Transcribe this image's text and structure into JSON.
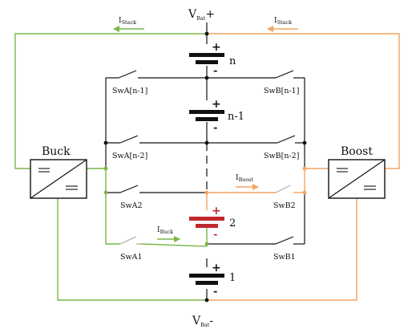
{
  "colors": {
    "black": "#111111",
    "green": "#7ab648",
    "orange": "#f4a460",
    "red": "#c0282d",
    "gray": "#aaaaaa"
  },
  "supply": {
    "top": {
      "main": "V",
      "sub": "Bat",
      "suffix": "+"
    },
    "bottom": {
      "main": "V",
      "sub": "Bat",
      "suffix": "-"
    }
  },
  "converters": {
    "buck": {
      "label": "Buck"
    },
    "boost": {
      "label": "Boost"
    }
  },
  "currents": {
    "stack_left": {
      "main": "I",
      "sub": "Stack"
    },
    "stack_right": {
      "main": "I",
      "sub": "Stack"
    },
    "boost": {
      "main": "I",
      "sub": "Boost"
    },
    "buck": {
      "main": "I",
      "sub": "Buck"
    }
  },
  "cells": [
    {
      "id": "cell-n",
      "label": "n",
      "active": false
    },
    {
      "id": "cell-n-1",
      "label": "n-1",
      "active": false
    },
    {
      "id": "cell-2",
      "label": "2",
      "active": true
    },
    {
      "id": "cell-1",
      "label": "1",
      "active": false
    }
  ],
  "switches": {
    "swa_n1": "SwA[n-1]",
    "swb_n1": "SwB[n-1]",
    "swa_n2": "SwA[n-2]",
    "swb_n2": "SwB[n-2]",
    "swa2": "SwA2",
    "swb2": "SwB2",
    "swa1": "SwA1",
    "swb1": "SwB1"
  },
  "polarity": {
    "plus": "+",
    "minus": "-"
  }
}
